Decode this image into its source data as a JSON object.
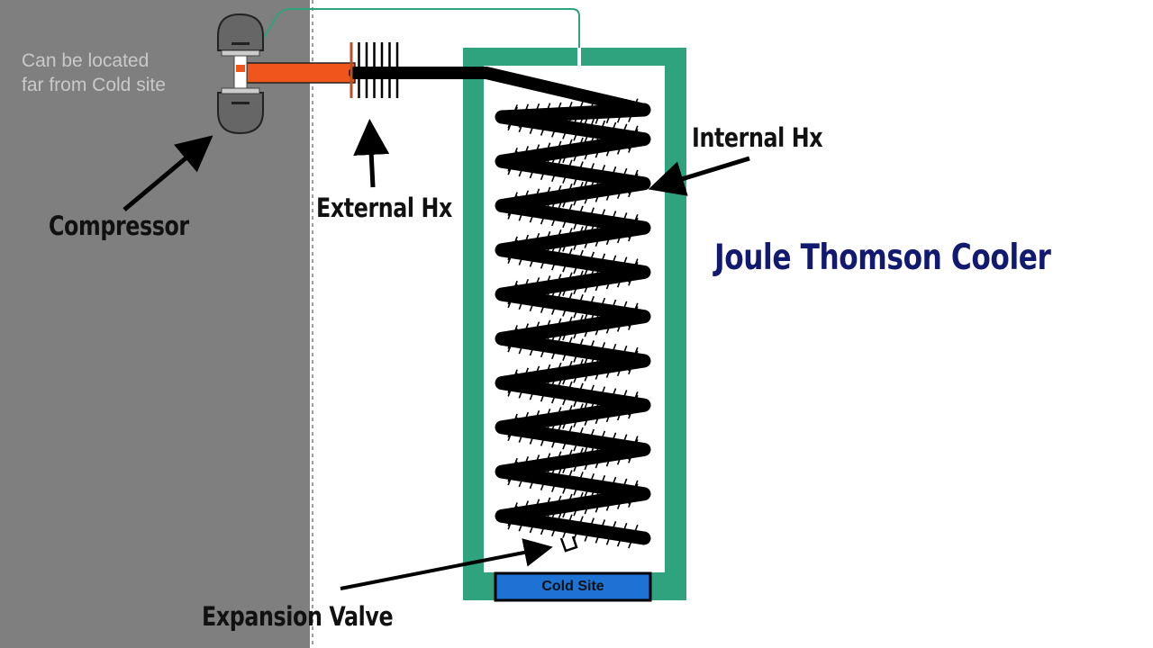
{
  "note": {
    "line1": "Can be located",
    "line2": "far from Cold site"
  },
  "labels": {
    "compressor": "Compressor",
    "external_hx": "External Hx",
    "internal_hx": "Internal Hx",
    "expansion_valve": "Expansion Valve",
    "cold_site": "Cold Site"
  },
  "title": "Joule Thomson Cooler",
  "colors": {
    "left_panel": "#7f7f7f",
    "housing": "#2fa27e",
    "hot_pipe": "#f0561c",
    "coil": "#000000",
    "cold_site": "#1e72d4",
    "title": "#111a6e",
    "note_text": "#c9c9c9"
  },
  "coil": {
    "turns": 10
  }
}
